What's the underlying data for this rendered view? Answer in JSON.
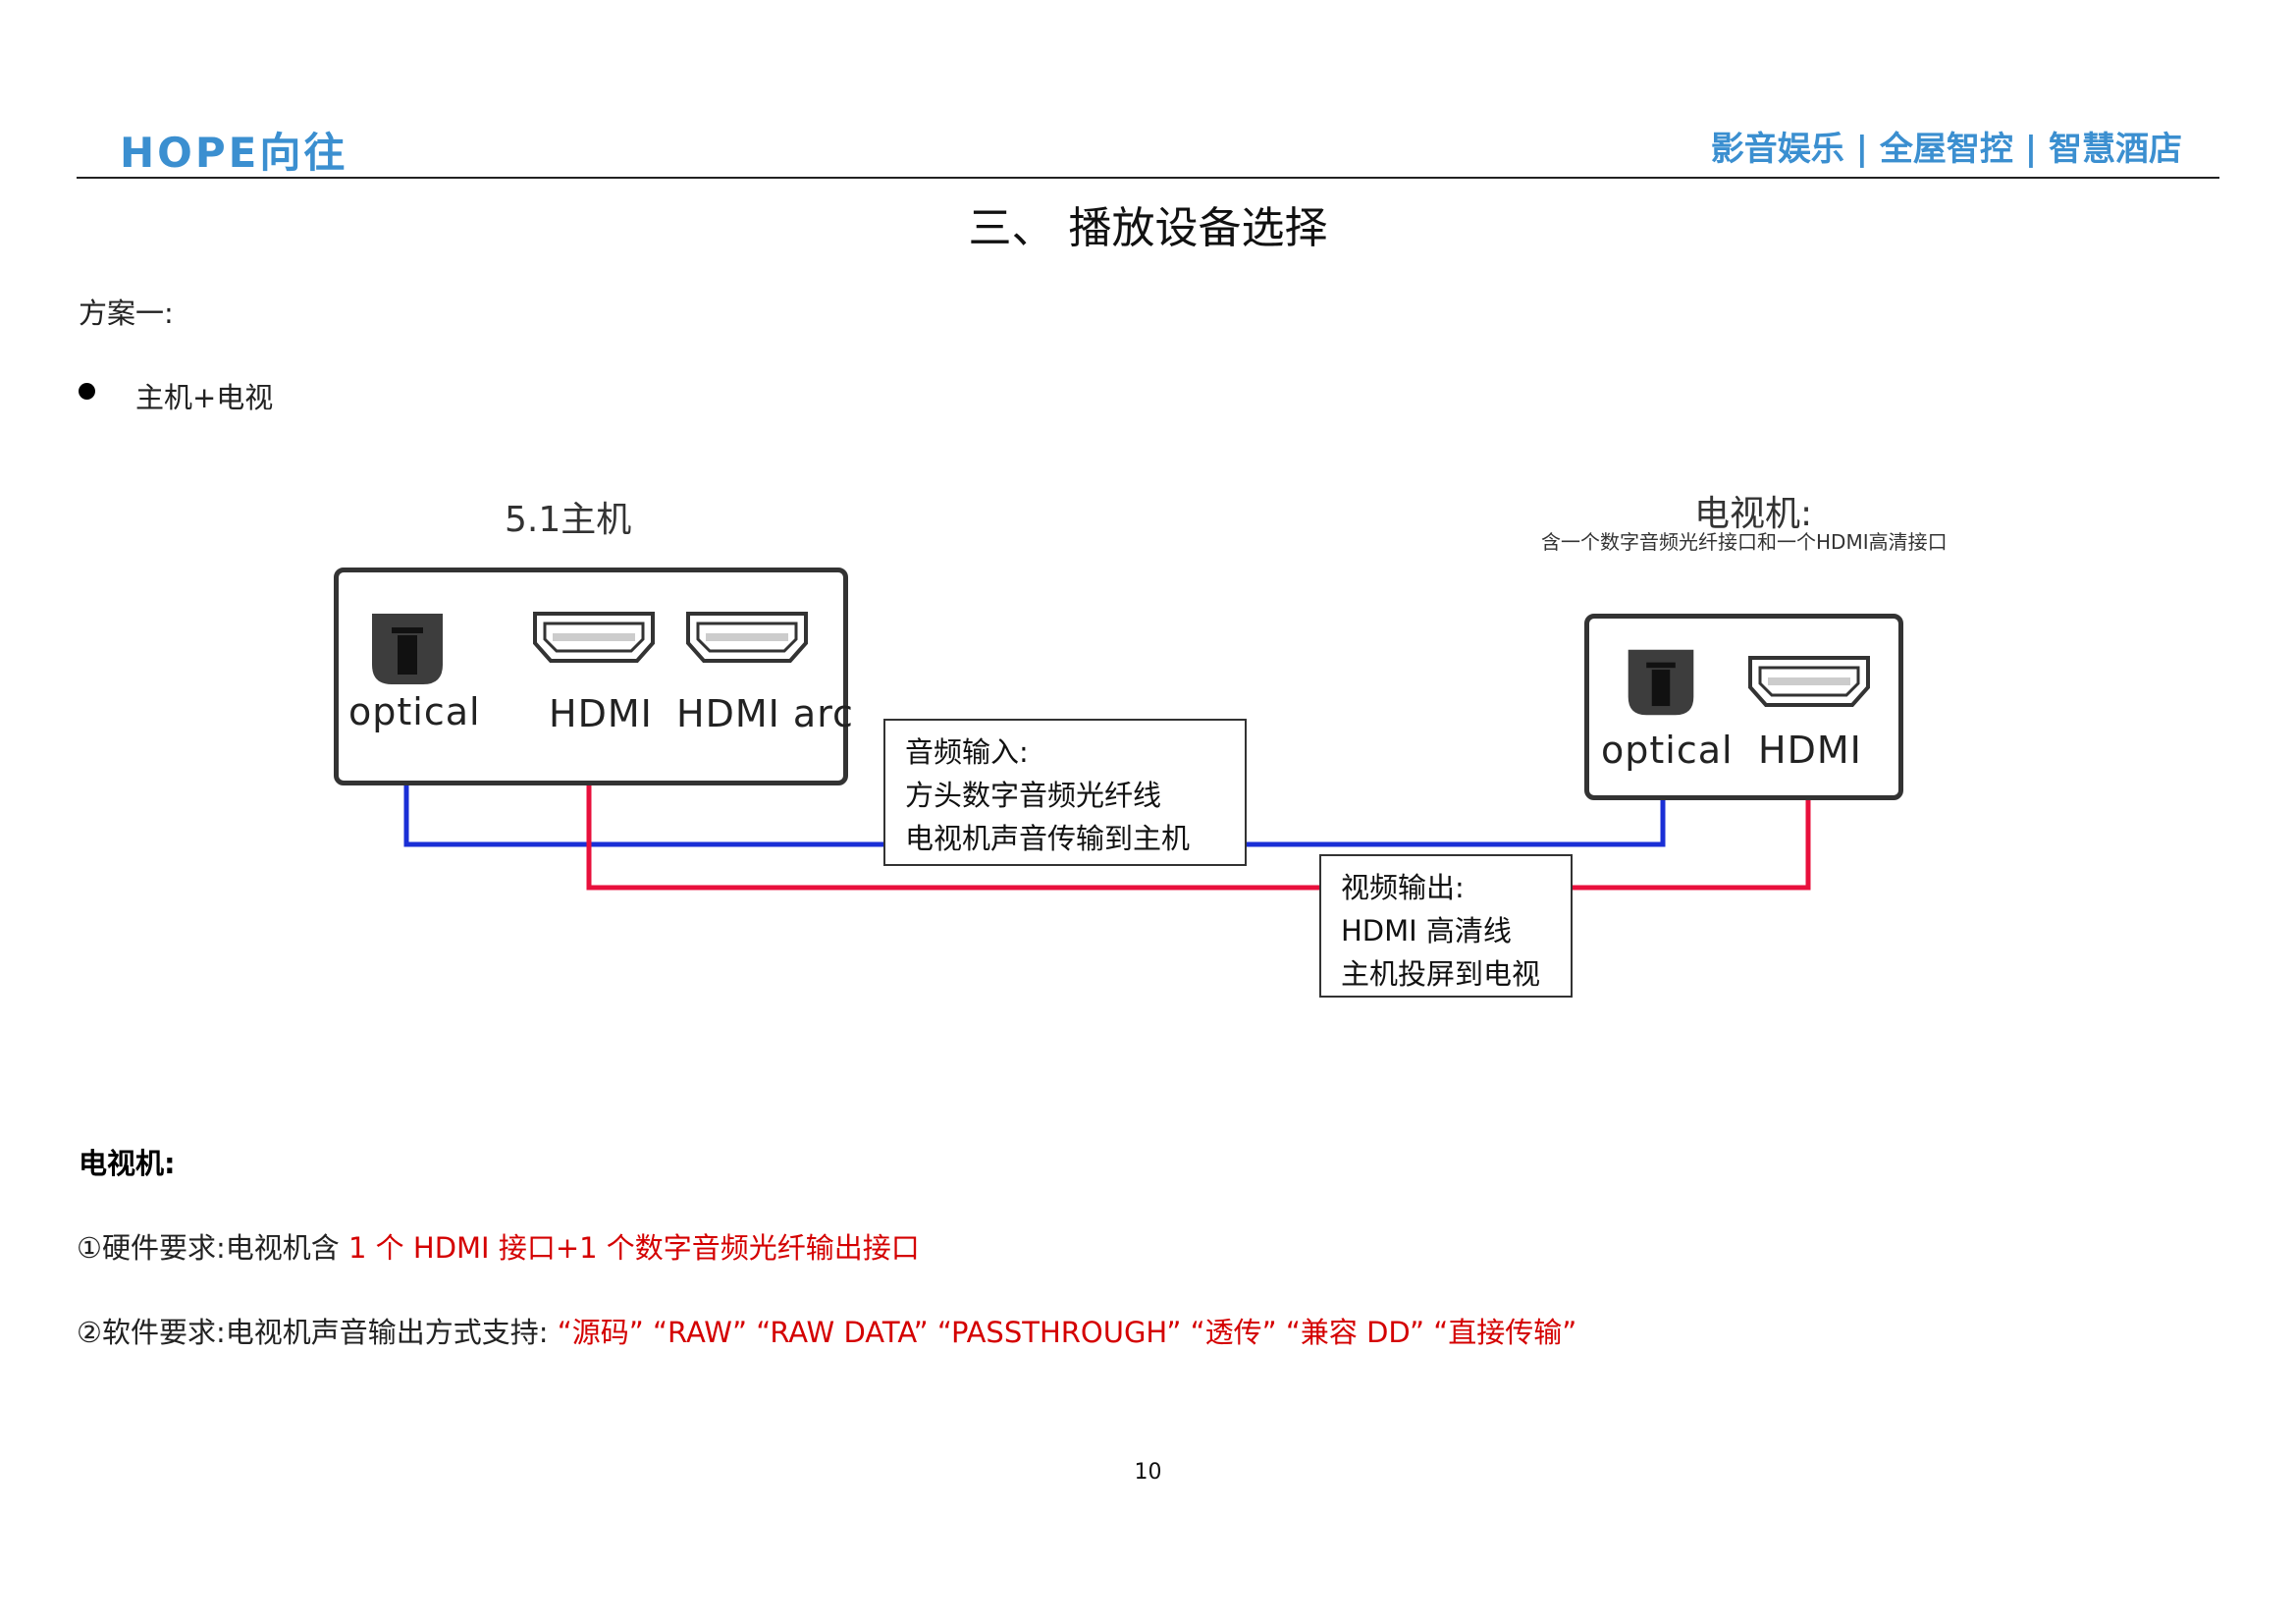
{
  "header": {
    "logo": "HOPE向往",
    "slogan": "影音娱乐 | 全屋智控 | 智慧酒店"
  },
  "section_title": "三、 播放设备选择",
  "plan_label": "方案一:",
  "bullet": "主机+电视",
  "diagram": {
    "host": {
      "title": "5.1主机",
      "ports": [
        "optical",
        "HDMI",
        "HDMI arc"
      ]
    },
    "tv": {
      "title": "电视机:",
      "subtitle": "含一个数字音频光纤接口和一个HDMI高清接口",
      "ports": [
        "optical",
        "HDMI"
      ]
    },
    "audio_callout": [
      "音频输入:",
      "方头数字音频光纤线",
      "电视机声音传输到主机"
    ],
    "video_callout": [
      "视频输出:",
      "HDMI 高清线",
      "主机投屏到电视"
    ],
    "colors": {
      "audio_line": "#1a2fd6",
      "video_line": "#e8103c"
    }
  },
  "tv_section": {
    "heading": "电视机:",
    "req1_prefix": "①硬件要求:电视机含 ",
    "req1_red": "1 个 HDMI 接口+1 个数字音频光纤输出接口",
    "req2_prefix": "②软件要求:电视机声音输出方式支持: ",
    "req2_red": "“源码” “RAW” “RAW DATA” “PASSTHROUGH” “透传” “兼容 DD” “直接传输”"
  },
  "page_number": "10"
}
